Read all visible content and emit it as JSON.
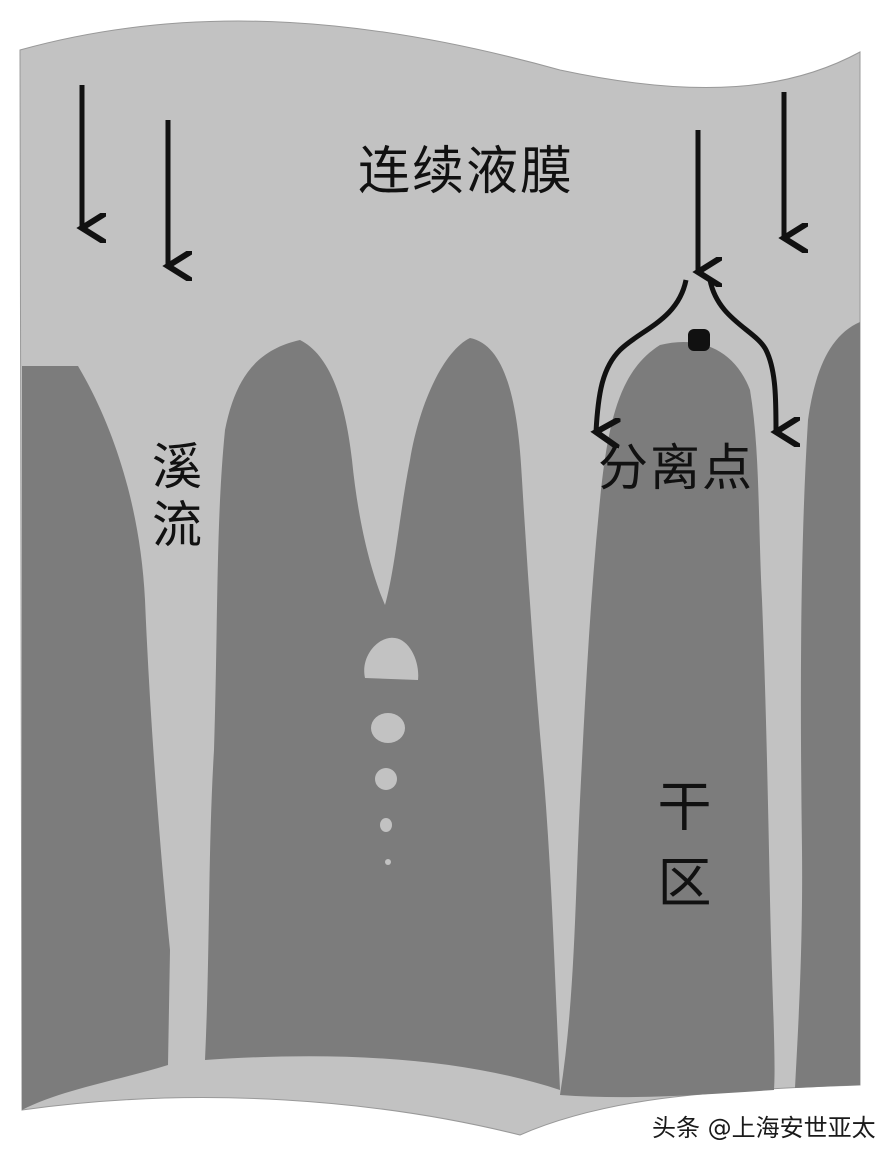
{
  "labels": {
    "continuous_film": "连续液膜",
    "rivulet": "溪流",
    "separation_point": "分离点",
    "dry_area": "干区"
  },
  "watermark": "头条 @上海安世亚太",
  "colors": {
    "liquid_film": "#c2c2c2",
    "dry_area": "#7c7c7c",
    "arrows": "#111111",
    "background": "#ffffff"
  }
}
